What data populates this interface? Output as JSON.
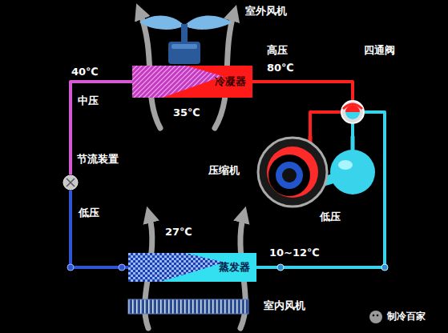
{
  "diagram": {
    "nodes": [
      {
        "text": [
          "冷凝器"
        ]
      },
      {
        "text": [
          "蒸发器"
        ]
      },
      {
        "text": [
          "节流装置"
        ]
      },
      {
        "text": [
          "四通阀"
        ]
      },
      {
        "text": [
          "压缩机"
        ]
      },
      {
        "text": [
          "室外风机"
        ]
      },
      {
        "text": [
          "室内风机"
        ]
      }
    ],
    "edges": [
      {
        "from": 0,
        "to": 2,
        "arrow": "none"
      },
      {
        "from": 2,
        "to": 1,
        "arrow": "none"
      },
      {
        "from": 1,
        "to": 3,
        "arrow": "none"
      },
      {
        "from": 3,
        "to": 4,
        "arrow": "none"
      },
      {
        "from": 4,
        "to": 3,
        "arrow": "none"
      },
      {
        "from": 3,
        "to": 0,
        "arrow": "none"
      }
    ],
    "labels": [
      "高压",
      "80℃",
      "40℃",
      "中压",
      "35℃",
      "低压",
      "低压",
      "27℃",
      "10~12℃",
      "制冷百家"
    ]
  }
}
